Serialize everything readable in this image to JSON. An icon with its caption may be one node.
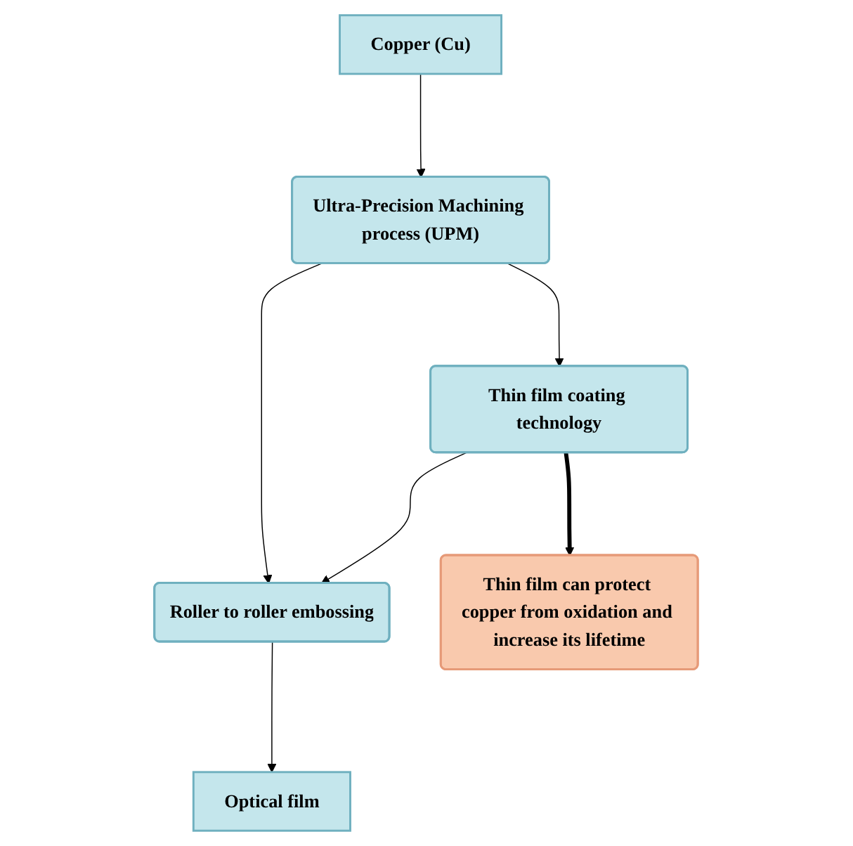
{
  "diagram": {
    "nodes": [
      {
        "text": [
          "Copper (Cu)"
        ]
      },
      {
        "text": [
          "Ultra-Precision Machining process (UPM)"
        ]
      },
      {
        "text": [
          "Thin film coating technology"
        ]
      },
      {
        "text": [
          "Roller to roller embossing"
        ]
      },
      {
        "text": [
          "Optical film"
        ]
      },
      {
        "text": [
          "Thin film can protect copper from oxidation and increase its lifetime"
        ]
      }
    ],
    "edges": [
      {
        "from": 0,
        "to": 1,
        "arrow": "to"
      },
      {
        "from": 1,
        "to": 2,
        "arrow": "to"
      },
      {
        "from": 1,
        "to": 3,
        "arrow": "to"
      },
      {
        "from": 2,
        "to": 3,
        "arrow": "to"
      },
      {
        "from": 3,
        "to": 4,
        "arrow": "to"
      },
      {
        "from": 2,
        "to": 5,
        "arrow": "to",
        "style": "thick"
      }
    ]
  }
}
